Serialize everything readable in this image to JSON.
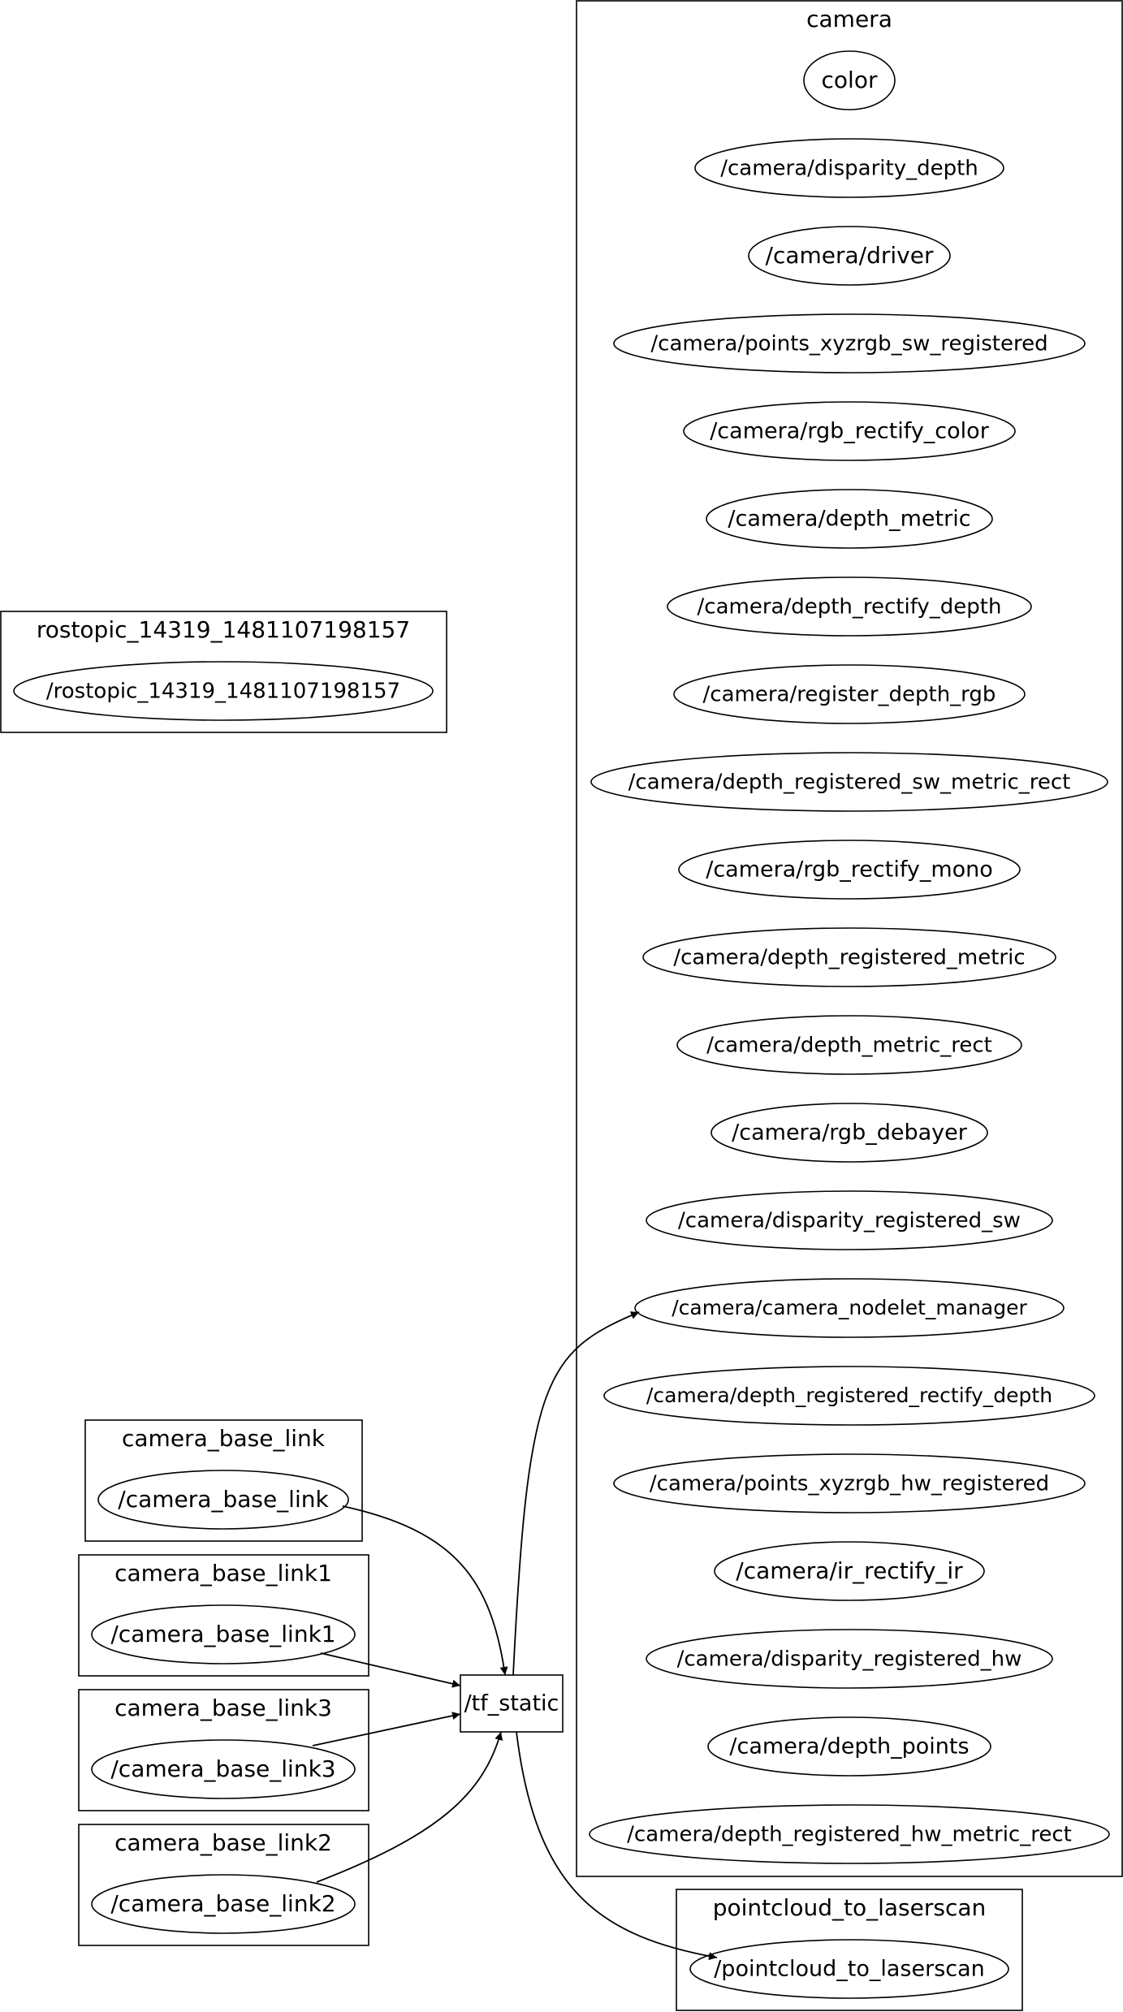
{
  "clusters": {
    "camera": {
      "label": "camera"
    },
    "rostopic": {
      "label": "rostopic_14319_1481107198157"
    },
    "camera_base_link": {
      "label": "camera_base_link"
    },
    "camera_base_link1": {
      "label": "camera_base_link1"
    },
    "camera_base_link3": {
      "label": "camera_base_link3"
    },
    "camera_base_link2": {
      "label": "camera_base_link2"
    },
    "pointcloud": {
      "label": "pointcloud_to_laserscan"
    }
  },
  "camera_nodes": [
    "color",
    "/camera/disparity_depth",
    "/camera/driver",
    "/camera/points_xyzrgb_sw_registered",
    "/camera/rgb_rectify_color",
    "/camera/depth_metric",
    "/camera/depth_rectify_depth",
    "/camera/register_depth_rgb",
    "/camera/depth_registered_sw_metric_rect",
    "/camera/rgb_rectify_mono",
    "/camera/depth_registered_metric",
    "/camera/depth_metric_rect",
    "/camera/rgb_debayer",
    "/camera/disparity_registered_sw",
    "/camera/camera_nodelet_manager",
    "/camera/depth_registered_rectify_depth",
    "/camera/points_xyzrgb_hw_registered",
    "/camera/ir_rectify_ir",
    "/camera/disparity_registered_hw",
    "/camera/depth_points",
    "/camera/depth_registered_hw_metric_rect"
  ],
  "other_nodes": {
    "rostopic": "/rostopic_14319_1481107198157",
    "camera_base_link": "/camera_base_link",
    "camera_base_link1": "/camera_base_link1",
    "camera_base_link3": "/camera_base_link3",
    "camera_base_link2": "/camera_base_link2",
    "pointcloud": "/pointcloud_to_laserscan",
    "tf_static": "/tf_static"
  },
  "edges": [
    {
      "from": "/camera_base_link",
      "to": "/tf_static"
    },
    {
      "from": "/camera_base_link1",
      "to": "/tf_static"
    },
    {
      "from": "/camera_base_link3",
      "to": "/tf_static"
    },
    {
      "from": "/camera_base_link2",
      "to": "/tf_static"
    },
    {
      "from": "/tf_static",
      "to": "/camera/camera_nodelet_manager"
    },
    {
      "from": "/tf_static",
      "to": "/pointcloud_to_laserscan"
    }
  ]
}
